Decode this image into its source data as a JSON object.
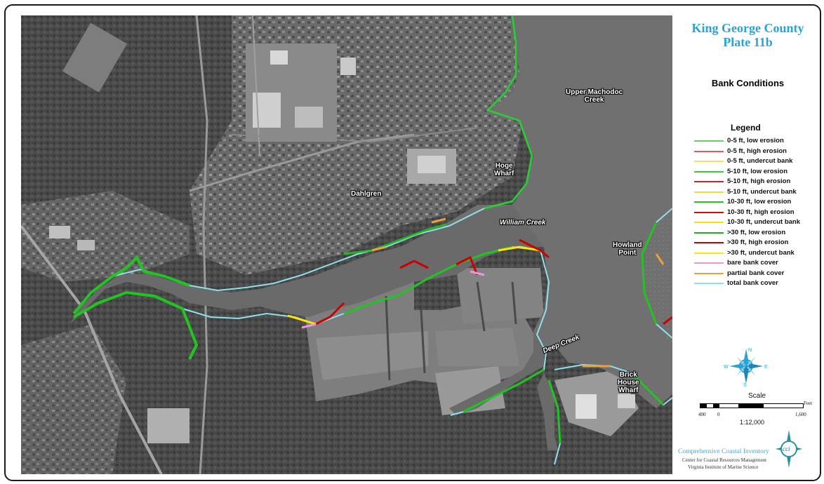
{
  "header": {
    "title_line1": "King George County",
    "title_line2": "Plate 11b",
    "subtitle": "Bank Conditions"
  },
  "map_labels": {
    "upper_machodoc_1": "Upper Machodoc",
    "upper_machodoc_2": "Creek",
    "hoge_1": "Hoge",
    "hoge_2": "Wharf",
    "dahlgren": "Dahlgren",
    "william_creek": "William Creek",
    "howland_1": "Howland",
    "howland_2": "Point",
    "deep_creek": "Deep Creek",
    "brick_1": "Brick",
    "brick_2": "House",
    "brick_3": "Wharf"
  },
  "legend": {
    "title": "Legend",
    "items": [
      {
        "label": "0-5 ft, low erosion",
        "color": "#5fd35f"
      },
      {
        "label": "0-5 ft, high erosion",
        "color": "#e05a5a"
      },
      {
        "label": "0-5 ft, undercut bank",
        "color": "#f0e06a"
      },
      {
        "label": "5-10 ft, low erosion",
        "color": "#33cc33"
      },
      {
        "label": "5-10 ft, high erosion",
        "color": "#d42020"
      },
      {
        "label": "5-10 ft, undercut bank",
        "color": "#f2d93a"
      },
      {
        "label": "10-30 ft, low erosion",
        "color": "#22c422"
      },
      {
        "label": "10-30 ft, high erosion",
        "color": "#c41010"
      },
      {
        "label": "10-30 ft, undercut bank",
        "color": "#f5e010"
      },
      {
        "label": ">30 ft, low erosion",
        "color": "#14b814"
      },
      {
        "label": ">30 ft, high erosion",
        "color": "#cc0000"
      },
      {
        "label": ">30 ft, undercut bank",
        "color": "#ffe600"
      },
      {
        "label": "bare bank cover",
        "color": "#e89ad8"
      },
      {
        "label": "partial bank cover",
        "color": "#e8a040"
      },
      {
        "label": "total bank cover",
        "color": "#8fe0e8"
      }
    ]
  },
  "compass": {
    "n": "N",
    "s": "S",
    "e": "E",
    "w": "W"
  },
  "scale": {
    "label": "Scale",
    "ticks": [
      "400",
      "0",
      "1,600"
    ],
    "unit": "Feet",
    "ratio": "1:12,000"
  },
  "credits": {
    "line1": "Comprehensive Coastal Inventory",
    "line2": "Center for Coastal Resources Management",
    "line3": "Virginia Institute of Marine Science",
    "logo_text": "cci"
  }
}
